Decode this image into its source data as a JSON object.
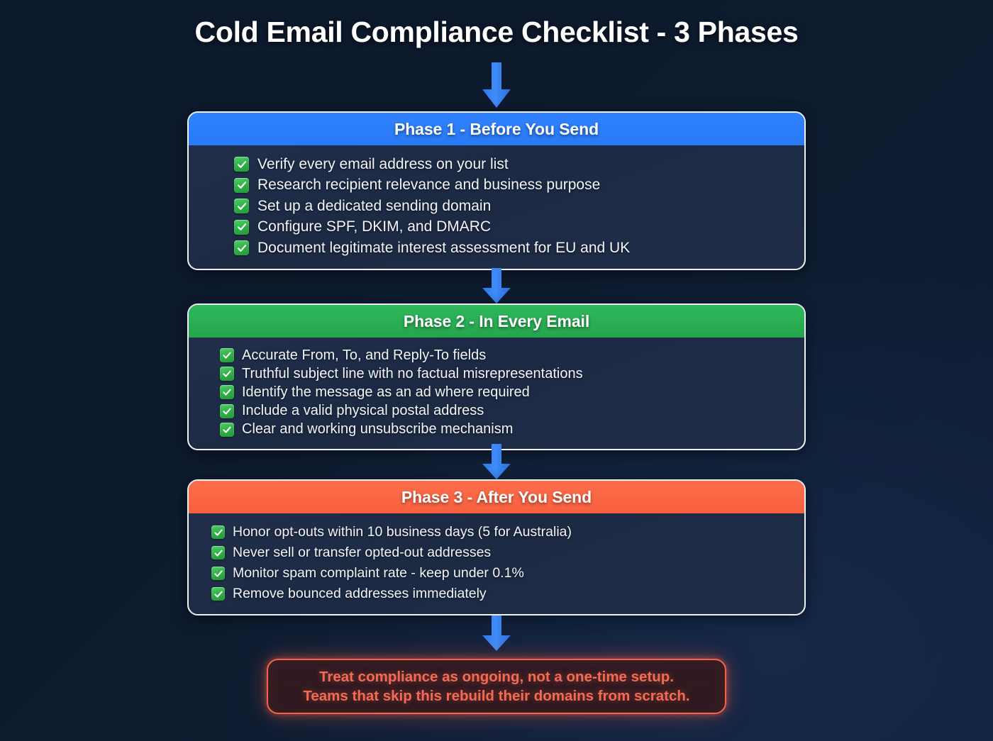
{
  "title": "Cold Email Compliance Checklist - 3 Phases",
  "colors": {
    "background": "#0D1B2E",
    "card_body": "#1E2B45",
    "card_border": "#EEF2F7",
    "phase1_header": "#2979FF",
    "phase2_header": "#2BAD54",
    "phase3_header": "#FB6644",
    "arrow": "#2B7FF5",
    "warning_text": "#F56A53",
    "warning_border": "#F2644B",
    "check_green": "#2FAE46"
  },
  "arrows": [
    {
      "name": "arrow-title-to-phase1",
      "direction": "down",
      "color": "#2B7FF5"
    },
    {
      "name": "arrow-phase1-to-phase2",
      "direction": "down",
      "color": "#2B7FF5"
    },
    {
      "name": "arrow-phase2-to-phase3",
      "direction": "down",
      "color": "#2B7FF5"
    },
    {
      "name": "arrow-phase3-to-warning",
      "direction": "down",
      "color": "#2B7FF5"
    }
  ],
  "phases": [
    {
      "header": "Phase 1 - Before You Send",
      "icon": "check-mark-icon",
      "items": [
        "Verify every email address on your list",
        "Research recipient relevance and business purpose",
        "Set up a dedicated sending domain",
        "Configure SPF, DKIM, and DMARC",
        "Document legitimate interest assessment for EU and UK"
      ]
    },
    {
      "header": "Phase 2 - In Every Email",
      "icon": "check-mark-icon",
      "items": [
        "Accurate From, To, and Reply-To fields",
        "Truthful subject line with no factual misrepresentations",
        "Identify the message as an ad where required",
        "Include a valid physical postal address",
        "Clear and working unsubscribe mechanism"
      ]
    },
    {
      "header": "Phase 3 - After You Send",
      "icon": "check-mark-icon",
      "items": [
        "Honor opt-outs within 10 business days (5 for Australia)",
        "Never sell or transfer opted-out addresses",
        "Monitor spam complaint rate - keep under 0.1%",
        "Remove bounced addresses immediately"
      ]
    }
  ],
  "warning": {
    "line1": "Treat compliance as ongoing, not a one-time setup.",
    "line2": "Teams that skip this rebuild their domains from scratch."
  }
}
